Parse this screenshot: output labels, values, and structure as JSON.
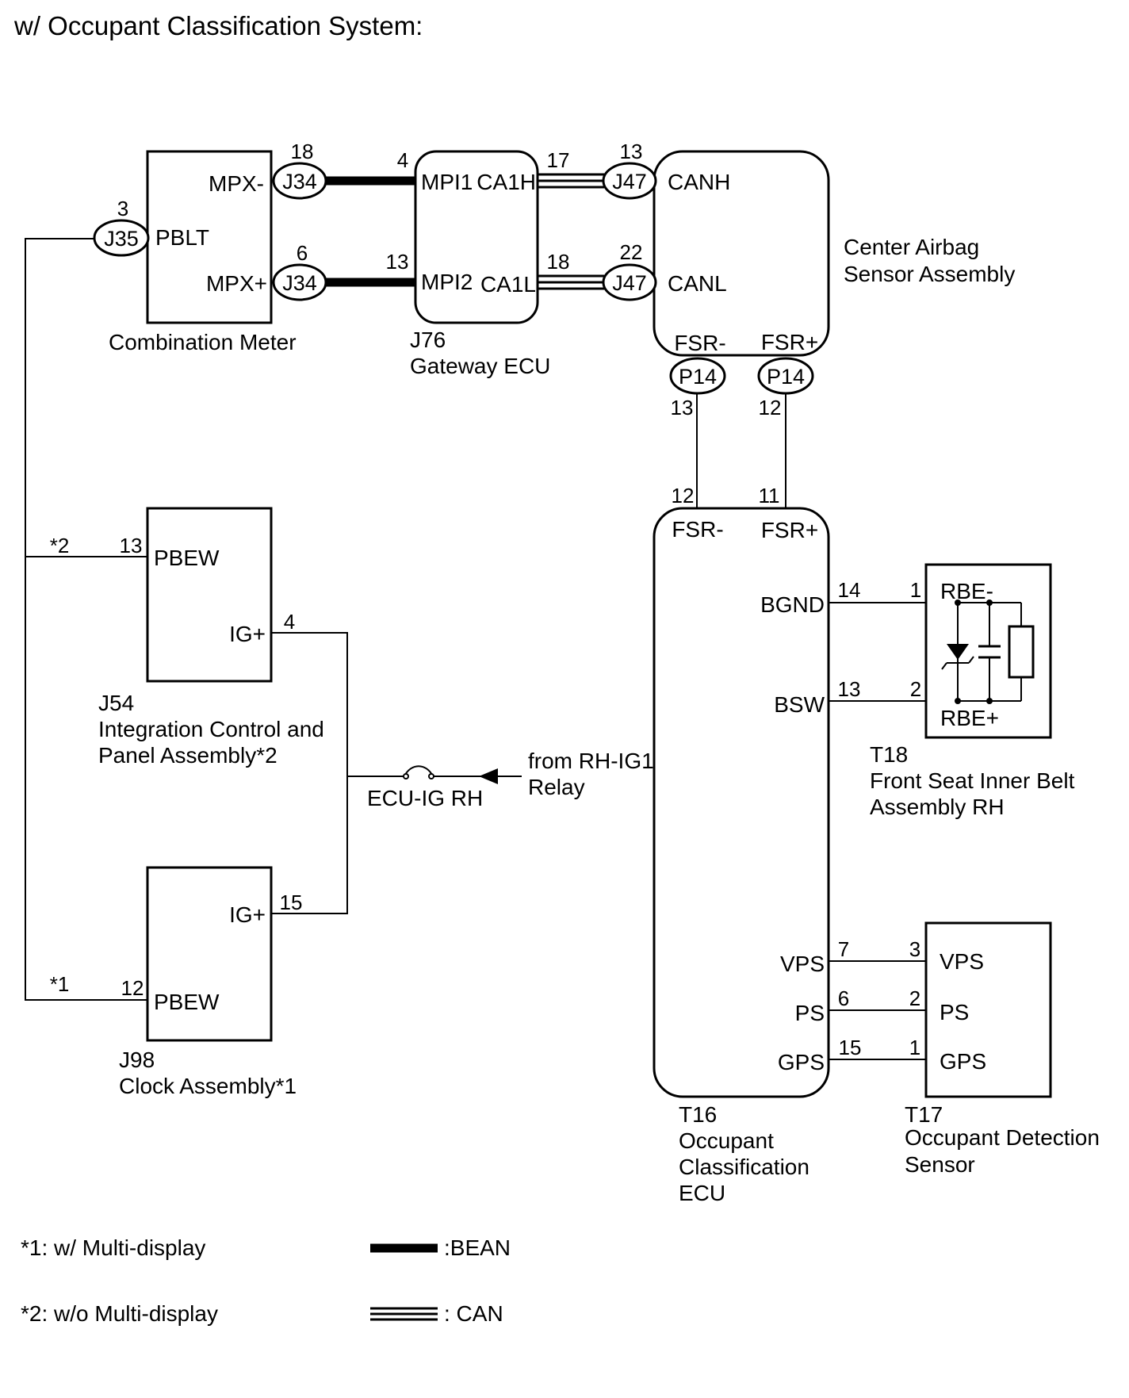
{
  "title": "w/ Occupant Classification System:",
  "components": {
    "combination_meter": {
      "name": "Combination Meter",
      "terminals": {
        "mpx_minus": "MPX-",
        "mpx_plus": "MPX+",
        "pblt": "PBLT"
      }
    },
    "gateway_ecu": {
      "code": "J76",
      "name": "Gateway ECU",
      "terminals": {
        "mpi1": "MPI1",
        "ca1h": "CA1H",
        "mpi2": "MPI2",
        "ca1l": "CA1L"
      }
    },
    "center_airbag": {
      "name_line1": "Center Airbag",
      "name_line2": "Sensor Assembly",
      "terminals": {
        "canh": "CANH",
        "canl": "CANL",
        "fsr_minus": "FSR-",
        "fsr_plus": "FSR+"
      }
    },
    "integration_control": {
      "code": "J54",
      "name_line1": "Integration Control and",
      "name_line2": "Panel Assembly*2",
      "terminals": {
        "pbew": "PBEW",
        "ig_plus": "IG+"
      }
    },
    "clock_assembly": {
      "code": "J98",
      "name": "Clock Assembly*1",
      "terminals": {
        "ig_plus": "IG+",
        "pbew": "PBEW"
      }
    },
    "occupant_ecu": {
      "code": "T16",
      "name_line1": "Occupant",
      "name_line2": "Classification",
      "name_line3": "ECU",
      "terminals": {
        "fsr_minus": "FSR-",
        "fsr_plus": "FSR+",
        "bgnd": "BGND",
        "bsw": "BSW",
        "vps": "VPS",
        "ps": "PS",
        "gps": "GPS"
      }
    },
    "inner_belt": {
      "code": "T18",
      "name_line1": "Front Seat Inner Belt",
      "name_line2": "Assembly RH",
      "terminals": {
        "rbe_minus": "RBE-",
        "rbe_plus": "RBE+"
      }
    },
    "detection_sensor": {
      "code": "T17",
      "name_line1": "Occupant Detection",
      "name_line2": "Sensor",
      "terminals": {
        "vps": "VPS",
        "ps": "PS",
        "gps": "GPS"
      }
    }
  },
  "connectors": {
    "j34": "J34",
    "j35": "J35",
    "j47": "J47",
    "p14": "P14"
  },
  "pins": {
    "j34_top": "18",
    "j34_bot": "6",
    "j35": "3",
    "gw_mpi1": "4",
    "gw_mpi2": "13",
    "gw_ca1h": "17",
    "gw_ca1l": "18",
    "j47_top": "13",
    "j47_bot": "22",
    "p14_left": "13",
    "p14_right": "12",
    "ecu_fsr_minus": "12",
    "ecu_fsr_plus": "11",
    "ecu_bgnd": "14",
    "ecu_bsw": "13",
    "belt_rbe_minus": "1",
    "belt_rbe_plus": "2",
    "j54_pbew": "13",
    "j54_ig": "4",
    "j98_ig": "15",
    "j98_pbew": "12",
    "ecu_vps": "7",
    "ecu_ps": "6",
    "ecu_gps": "15",
    "sensor_vps": "3",
    "sensor_ps": "2",
    "sensor_gps": "1"
  },
  "branch_notes": {
    "note2": "*2",
    "note1": "*1"
  },
  "power": {
    "fuse": "ECU-IG RH",
    "source_line1": "from RH-IG1",
    "source_line2": "Relay"
  },
  "footnotes": {
    "note1": "*1: w/ Multi-display",
    "note2": "*2: w/o Multi-display"
  },
  "legend": {
    "bean": ":BEAN",
    "can": ": CAN"
  }
}
